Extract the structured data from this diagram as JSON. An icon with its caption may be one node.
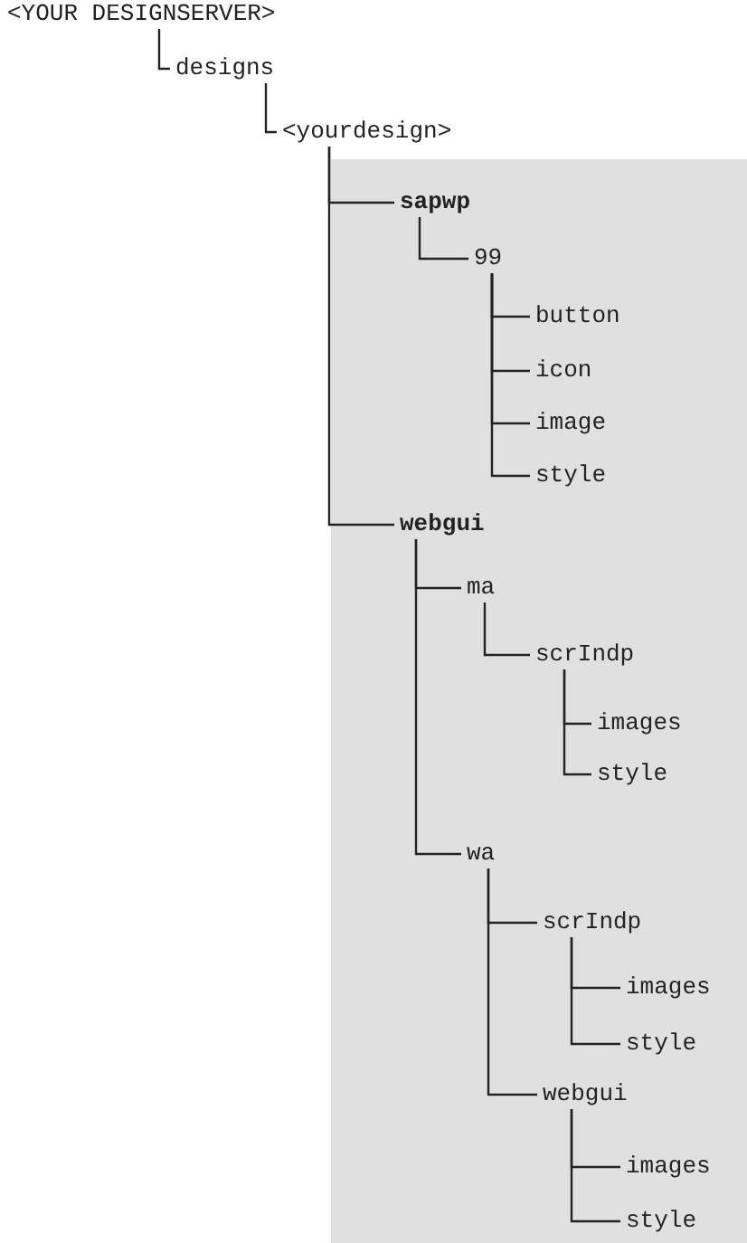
{
  "diagram": {
    "nodes": [
      {
        "text": [
          "<YOUR DESIGNSERVER>"
        ]
      },
      {
        "text": [
          "designs"
        ]
      },
      {
        "text": [
          "<yourdesign>"
        ]
      },
      {
        "text": [
          "sapwp"
        ]
      },
      {
        "text": [
          "99"
        ]
      },
      {
        "text": [
          "button"
        ]
      },
      {
        "text": [
          "icon"
        ]
      },
      {
        "text": [
          "image"
        ]
      },
      {
        "text": [
          "style"
        ]
      },
      {
        "text": [
          "webgui"
        ]
      },
      {
        "text": [
          "ma"
        ]
      },
      {
        "text": [
          "scrIndp"
        ]
      },
      {
        "text": [
          "images"
        ]
      },
      {
        "text": [
          "style"
        ]
      },
      {
        "text": [
          "wa"
        ]
      },
      {
        "text": [
          "scrIndp"
        ]
      },
      {
        "text": [
          "images"
        ]
      },
      {
        "text": [
          "style"
        ]
      },
      {
        "text": [
          "webgui"
        ]
      },
      {
        "text": [
          "images"
        ]
      },
      {
        "text": [
          "style"
        ]
      }
    ],
    "edges": [
      {
        "from": 0,
        "to": 1,
        "arrow": "none"
      },
      {
        "from": 1,
        "to": 2,
        "arrow": "none"
      },
      {
        "from": 2,
        "to": 3,
        "arrow": "none"
      },
      {
        "from": 3,
        "to": 4,
        "arrow": "none"
      },
      {
        "from": 4,
        "to": 5,
        "arrow": "none"
      },
      {
        "from": 4,
        "to": 6,
        "arrow": "none"
      },
      {
        "from": 4,
        "to": 7,
        "arrow": "none"
      },
      {
        "from": 4,
        "to": 8,
        "arrow": "none"
      },
      {
        "from": 2,
        "to": 9,
        "arrow": "none"
      },
      {
        "from": 9,
        "to": 10,
        "arrow": "none"
      },
      {
        "from": 10,
        "to": 11,
        "arrow": "none"
      },
      {
        "from": 11,
        "to": 12,
        "arrow": "none"
      },
      {
        "from": 11,
        "to": 13,
        "arrow": "none"
      },
      {
        "from": 9,
        "to": 14,
        "arrow": "none"
      },
      {
        "from": 14,
        "to": 15,
        "arrow": "none"
      },
      {
        "from": 15,
        "to": 16,
        "arrow": "none"
      },
      {
        "from": 15,
        "to": 17,
        "arrow": "none"
      },
      {
        "from": 14,
        "to": 18,
        "arrow": "none"
      },
      {
        "from": 18,
        "to": 19,
        "arrow": "none"
      },
      {
        "from": 18,
        "to": 20,
        "arrow": "none"
      }
    ]
  }
}
